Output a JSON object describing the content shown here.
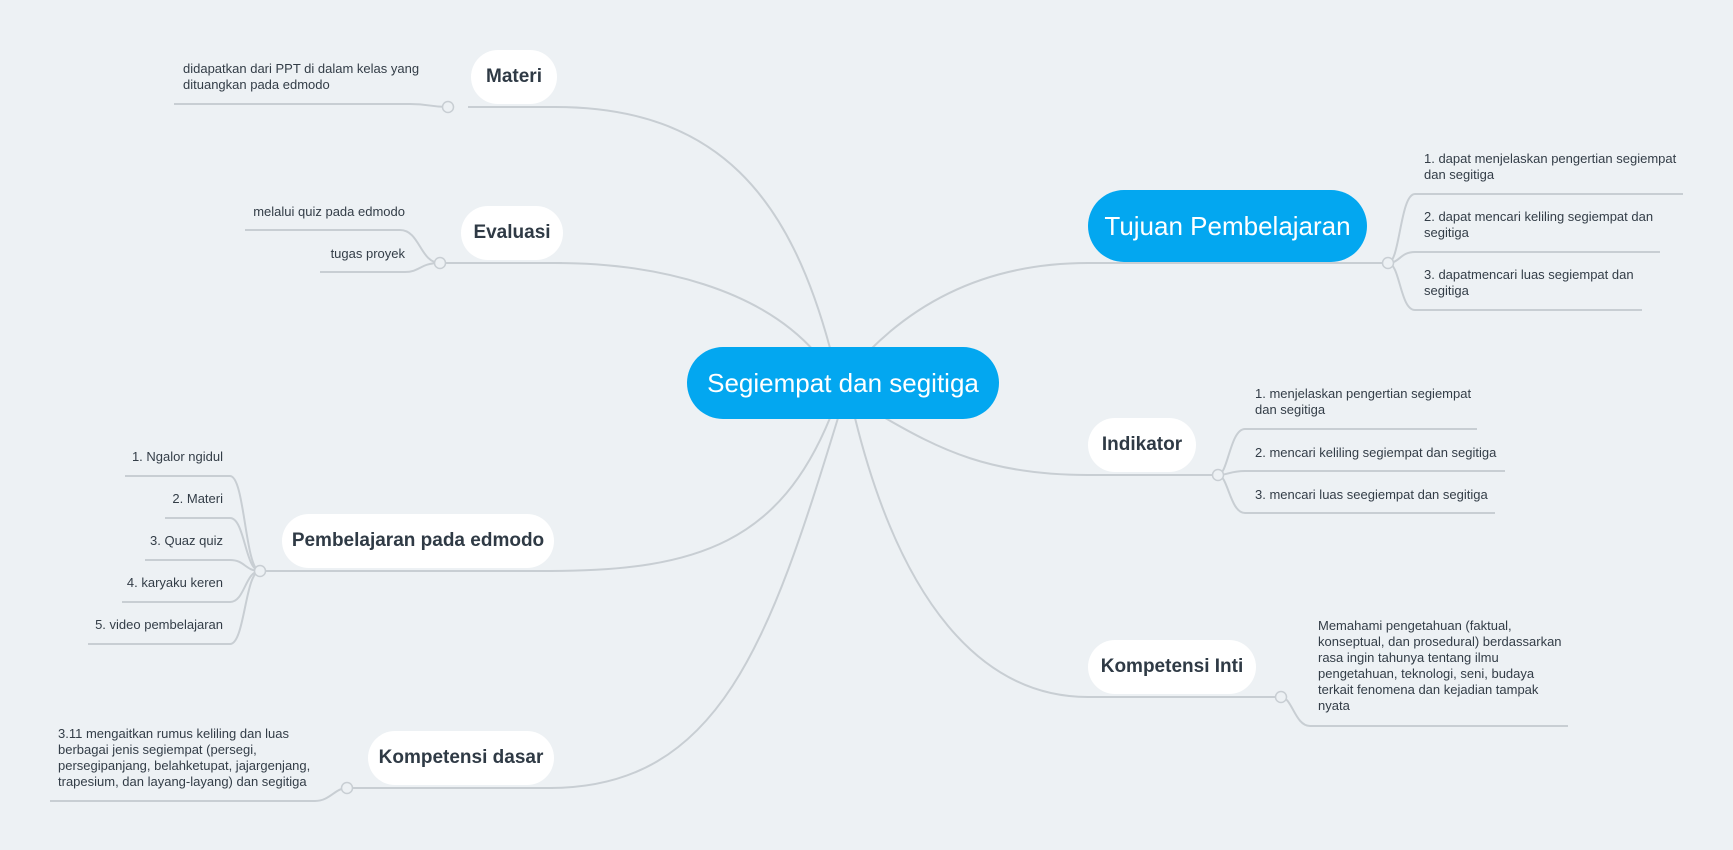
{
  "central": "Segiempat dan segitiga",
  "colors": {
    "central": "#03a7f0",
    "line": "#c8ced3",
    "background": "#edf1f4",
    "node": "#ffffff"
  },
  "branches": {
    "materi": {
      "label": "Materi",
      "items": [
        "didapatkan dari PPT di dalam kelas yang dituangkan pada edmodo"
      ]
    },
    "evaluasi": {
      "label": "Evaluasi",
      "items": [
        "melalui quiz pada edmodo",
        "tugas proyek"
      ]
    },
    "edmodo": {
      "label": "Pembelajaran pada edmodo",
      "items": [
        "1. Ngalor ngidul",
        "2. Materi",
        "3. Quaz quiz",
        "4. karyaku keren",
        "5. video pembelajaran"
      ]
    },
    "kd": {
      "label": "Kompetensi dasar",
      "items": [
        "3.11 mengaitkan rumus keliling dan luas berbagai jenis segiempat (persegi, persegipanjang, belahketupat, jajargenjang, trapesium, dan layang-layang) dan segitiga"
      ]
    },
    "tujuan": {
      "label": "Tujuan Pembelajaran",
      "items": [
        "1. dapat menjelaskan pengertian segiempat dan segitiga",
        "2. dapat mencari keliling segiempat dan segitiga",
        "3. dapatmencari luas segiempat dan segitiga"
      ]
    },
    "indikator": {
      "label": "Indikator",
      "items": [
        "1. menjelaskan pengertian segiempat dan segitiga",
        "2. mencari keliling segiempat dan segitiga",
        "3. mencari luas seegiempat dan segitiga"
      ]
    },
    "ki": {
      "label": "Kompetensi Inti",
      "items": [
        "Memahami pengetahuan (faktual, konseptual, dan prosedural) berdassarkan rasa ingin tahunya tentang ilmu pengetahuan, teknologi, seni, budaya terkait fenomena dan kejadian tampak nyata"
      ]
    }
  }
}
